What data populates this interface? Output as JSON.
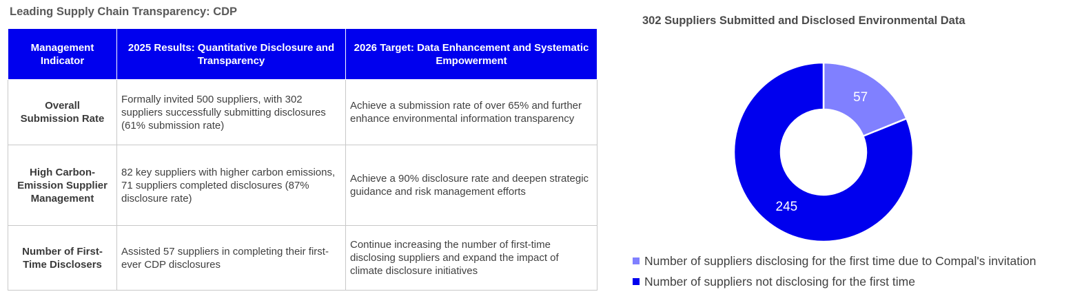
{
  "page": {
    "title": "Leading Supply Chain Transparency: CDP"
  },
  "table": {
    "headers": [
      "Management Indicator",
      "2025 Results: Quantitative Disclosure and Transparency",
      "2026 Target: Data Enhancement and Systematic Empowerment"
    ],
    "rows": [
      {
        "indicator": "Overall Submission Rate",
        "results": "Formally invited 500 suppliers, with 302 suppliers successfully submitting disclosures (61% submission rate)",
        "target": "Achieve a submission rate of over 65% and further enhance environmental information transparency"
      },
      {
        "indicator": "High Carbon-Emission Supplier Management",
        "results": "82 key suppliers with higher carbon emissions, 71 suppliers completed disclosures (87% disclosure rate)",
        "target": "Achieve a 90% disclosure rate and deepen strategic guidance and risk management efforts"
      },
      {
        "indicator": "Number of First-Time Disclosers",
        "results": "Assisted 57 suppliers in completing their first-ever CDP disclosures",
        "target": "Continue increasing the number of first-time disclosing suppliers and expand the impact of climate disclosure initiatives"
      }
    ]
  },
  "colors": {
    "header_bg": "#0000ee",
    "first_time": "#8080ff",
    "not_first_time": "#0000ee"
  },
  "chart_data": {
    "type": "pie",
    "variant": "donut",
    "title": "302 Suppliers Submitted and Disclosed Environmental Data",
    "slices": [
      {
        "label": "Number of suppliers disclosing for the first time due to Compal's invitation",
        "value": 57,
        "color": "#8080ff"
      },
      {
        "label": "Number of suppliers not disclosing for the first time",
        "value": 245,
        "color": "#0000ee"
      }
    ],
    "legend_position": "bottom"
  }
}
